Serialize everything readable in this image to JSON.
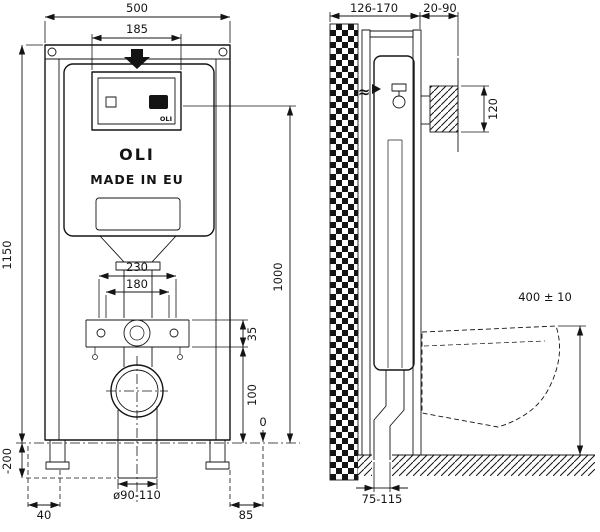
{
  "drawing_title": "OLI in-wall cistern frame installation drawing",
  "brand": {
    "logo": "OLI",
    "made_in": "MADE IN EU",
    "plate_logo": "OLI"
  },
  "symbols": {
    "water_approx": "≈"
  },
  "front_view": {
    "frame_width": "500",
    "plate_width": "185",
    "frame_height": "1150",
    "plate_center_height": "1000",
    "fixing_width_outer": "230",
    "fixing_width_inner": "180",
    "bracket_height": "35",
    "outlet_center_height": "100",
    "floor_level": "0",
    "below_floor_depth": "-200",
    "outlet_diameter": "ø90-110",
    "left_clearance": "40",
    "right_clearance": "85"
  },
  "side_view": {
    "frame_depth": "126-170",
    "finish_depth": "20-90",
    "plate_recess_height": "120",
    "bowl_top_height": "400 ± 10",
    "outlet_offset": "75-115"
  }
}
